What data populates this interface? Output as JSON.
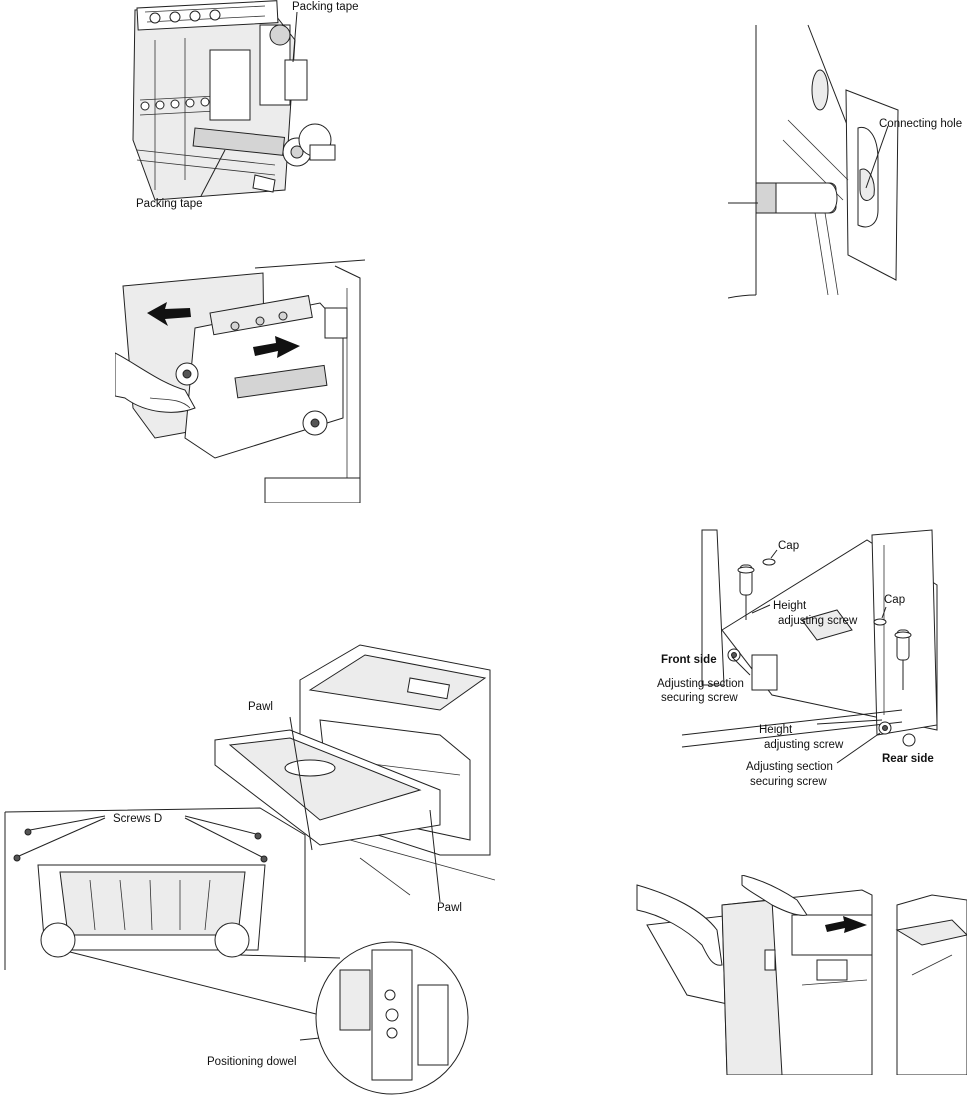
{
  "fig1": {
    "tape_top": "Packing tape",
    "tape_bottom": "Packing tape"
  },
  "fig3": {
    "connecting_hole": "Connecting hole"
  },
  "fig4": {
    "cap_left": "Cap",
    "cap_right": "Cap",
    "height_screw_1_line1": "Height",
    "height_screw_1_line2": "adjusting screw",
    "front_side": "Front side",
    "adj_front_line1": "Adjusting section",
    "adj_front_line2": "securing screw",
    "height_screw_2_line1": "Height",
    "height_screw_2_line2": "adjusting screw",
    "rear_side": "Rear side",
    "adj_rear_line1": "Adjusting section",
    "adj_rear_line2": "securing screw"
  },
  "fig5": {
    "pawl_top": "Pawl",
    "pawl_bottom": "Pawl",
    "screws": "Screws D",
    "dowel": "Positioning dowel"
  }
}
